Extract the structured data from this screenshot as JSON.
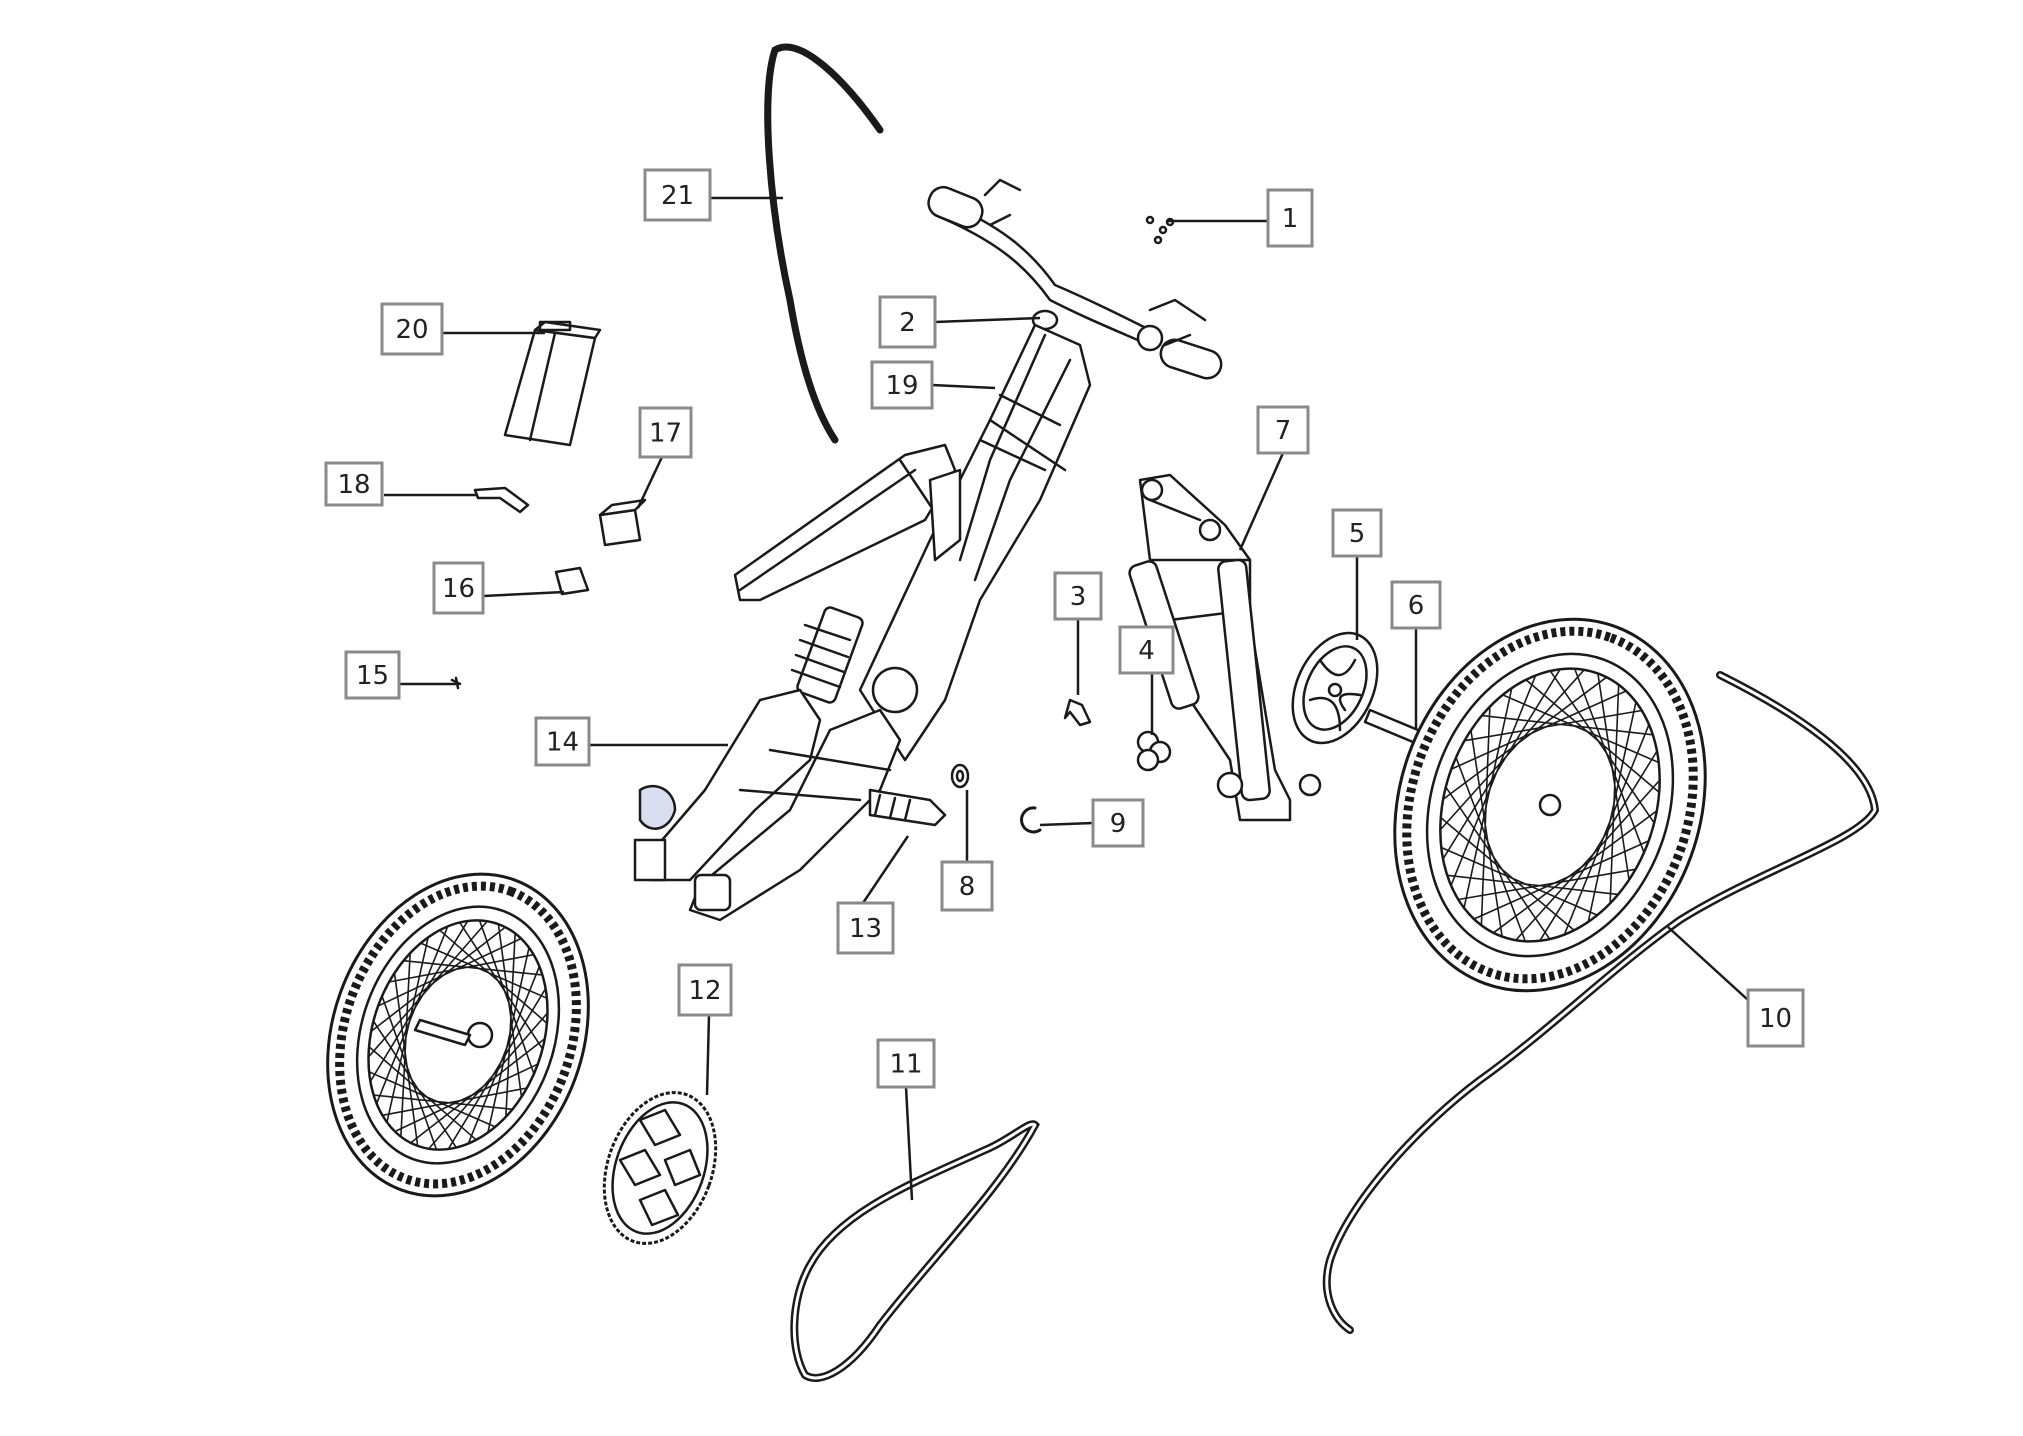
{
  "diagram": {
    "callouts": [
      {
        "id": 1,
        "label": "1"
      },
      {
        "id": 2,
        "label": "2"
      },
      {
        "id": 3,
        "label": "3"
      },
      {
        "id": 4,
        "label": "4"
      },
      {
        "id": 5,
        "label": "5"
      },
      {
        "id": 6,
        "label": "6"
      },
      {
        "id": 7,
        "label": "7"
      },
      {
        "id": 8,
        "label": "8"
      },
      {
        "id": 9,
        "label": "9"
      },
      {
        "id": 10,
        "label": "10"
      },
      {
        "id": 11,
        "label": "11"
      },
      {
        "id": 12,
        "label": "12"
      },
      {
        "id": 13,
        "label": "13"
      },
      {
        "id": 14,
        "label": "14"
      },
      {
        "id": 15,
        "label": "15"
      },
      {
        "id": 16,
        "label": "16"
      },
      {
        "id": 17,
        "label": "17"
      },
      {
        "id": 18,
        "label": "18"
      },
      {
        "id": 19,
        "label": "19"
      },
      {
        "id": 20,
        "label": "20"
      },
      {
        "id": 21,
        "label": "21"
      }
    ]
  }
}
